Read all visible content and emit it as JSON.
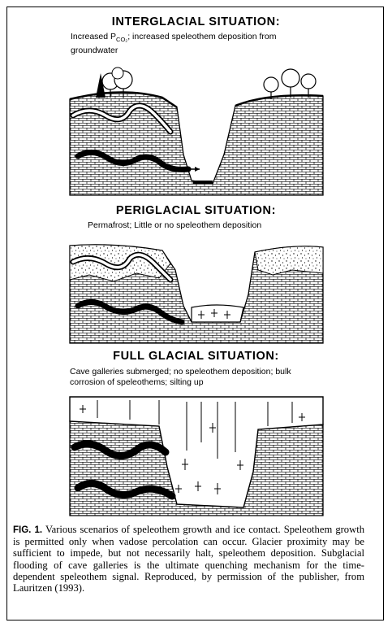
{
  "interglacial": {
    "heading": "INTERGLACIAL SITUATION:",
    "desc_prefix": "Increased P",
    "desc_subscript": "CO₂",
    "desc_line1_rest": "; increased speleothem deposition from",
    "desc_line2": "groundwater"
  },
  "periglacial": {
    "heading": "PERIGLACIAL SITUATION:",
    "desc": "Permafrost;  Little or no speleothem deposition"
  },
  "full_glacial": {
    "heading": "FULL GLACIAL SITUATION:",
    "desc_line1": "Cave galleries submerged; no speleothem deposition;  bulk",
    "desc_line2": "corrosion of speleothems;  silting up"
  },
  "caption": {
    "label": "FIG. 1.",
    "text": "Various scenarios of speleothem growth and ice contact. Speleothem growth is permitted only when vadose percolation can occur. Glacier proximity may be sufficient to impede, but not necessarily halt, speleothem deposition. Subglacial flooding of cave galleries is the ultimate quenching mechanism for the time-dependent speleothem signal. Reproduced, by permission of the publisher, from Lauritzen (1993)."
  },
  "colors": {
    "ink": "#000000",
    "paper": "#ffffff"
  }
}
